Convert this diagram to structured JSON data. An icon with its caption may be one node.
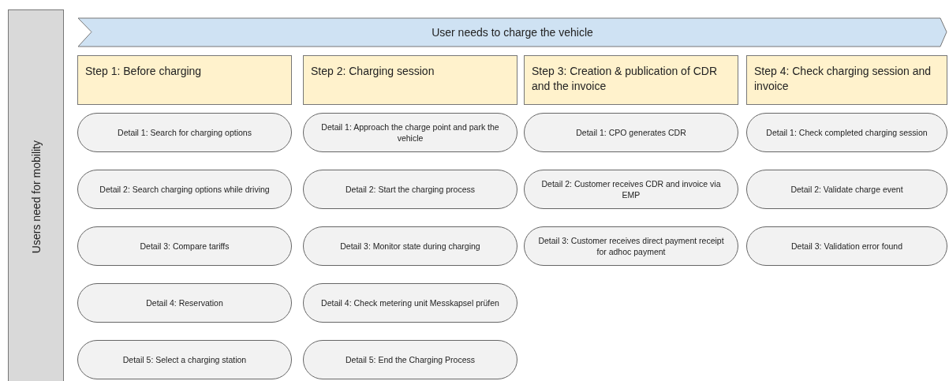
{
  "diagram": {
    "nodes": [
      {
        "text": [
          "Users need for mobility"
        ]
      },
      {
        "text": [
          "User needs to charge the vehicle"
        ]
      },
      {
        "text": [
          "Step 1: Before charging"
        ]
      },
      {
        "text": [
          "Detail 1: Search for charging options"
        ]
      },
      {
        "text": [
          "Detail 2: Search charging options while driving"
        ]
      },
      {
        "text": [
          "Detail 3: Compare tariffs"
        ]
      },
      {
        "text": [
          "Detail 4: Reservation"
        ]
      },
      {
        "text": [
          "Detail 5: Select a charging station"
        ]
      },
      {
        "text": [
          "Step 2: Charging session"
        ]
      },
      {
        "text": [
          "Detail 1: Approach the charge point and park the vehicle"
        ]
      },
      {
        "text": [
          "Detail 2: Start the charging process"
        ]
      },
      {
        "text": [
          "Detail 3: Monitor state during charging"
        ]
      },
      {
        "text": [
          "Detail 4: Check metering unit Messkapsel prüfen"
        ]
      },
      {
        "text": [
          "Detail 5: End the Charging Process"
        ]
      },
      {
        "text": [
          "Step 3: Creation & publication of CDR and the invoice"
        ]
      },
      {
        "text": [
          "Detail 1: CPO generates CDR"
        ]
      },
      {
        "text": [
          "Detail 2: Customer receives CDR and invoice via EMP"
        ]
      },
      {
        "text": [
          "Detail 3: Customer receives direct payment receipt for adhoc payment"
        ]
      },
      {
        "text": [
          "Step 4: Check charging session and invoice"
        ]
      },
      {
        "text": [
          "Detail 1: Check completed charging session"
        ]
      },
      {
        "text": [
          "Detail 2: Validate charge event"
        ]
      },
      {
        "text": [
          "Detail 3: Validation error found"
        ]
      }
    ],
    "edges": []
  }
}
